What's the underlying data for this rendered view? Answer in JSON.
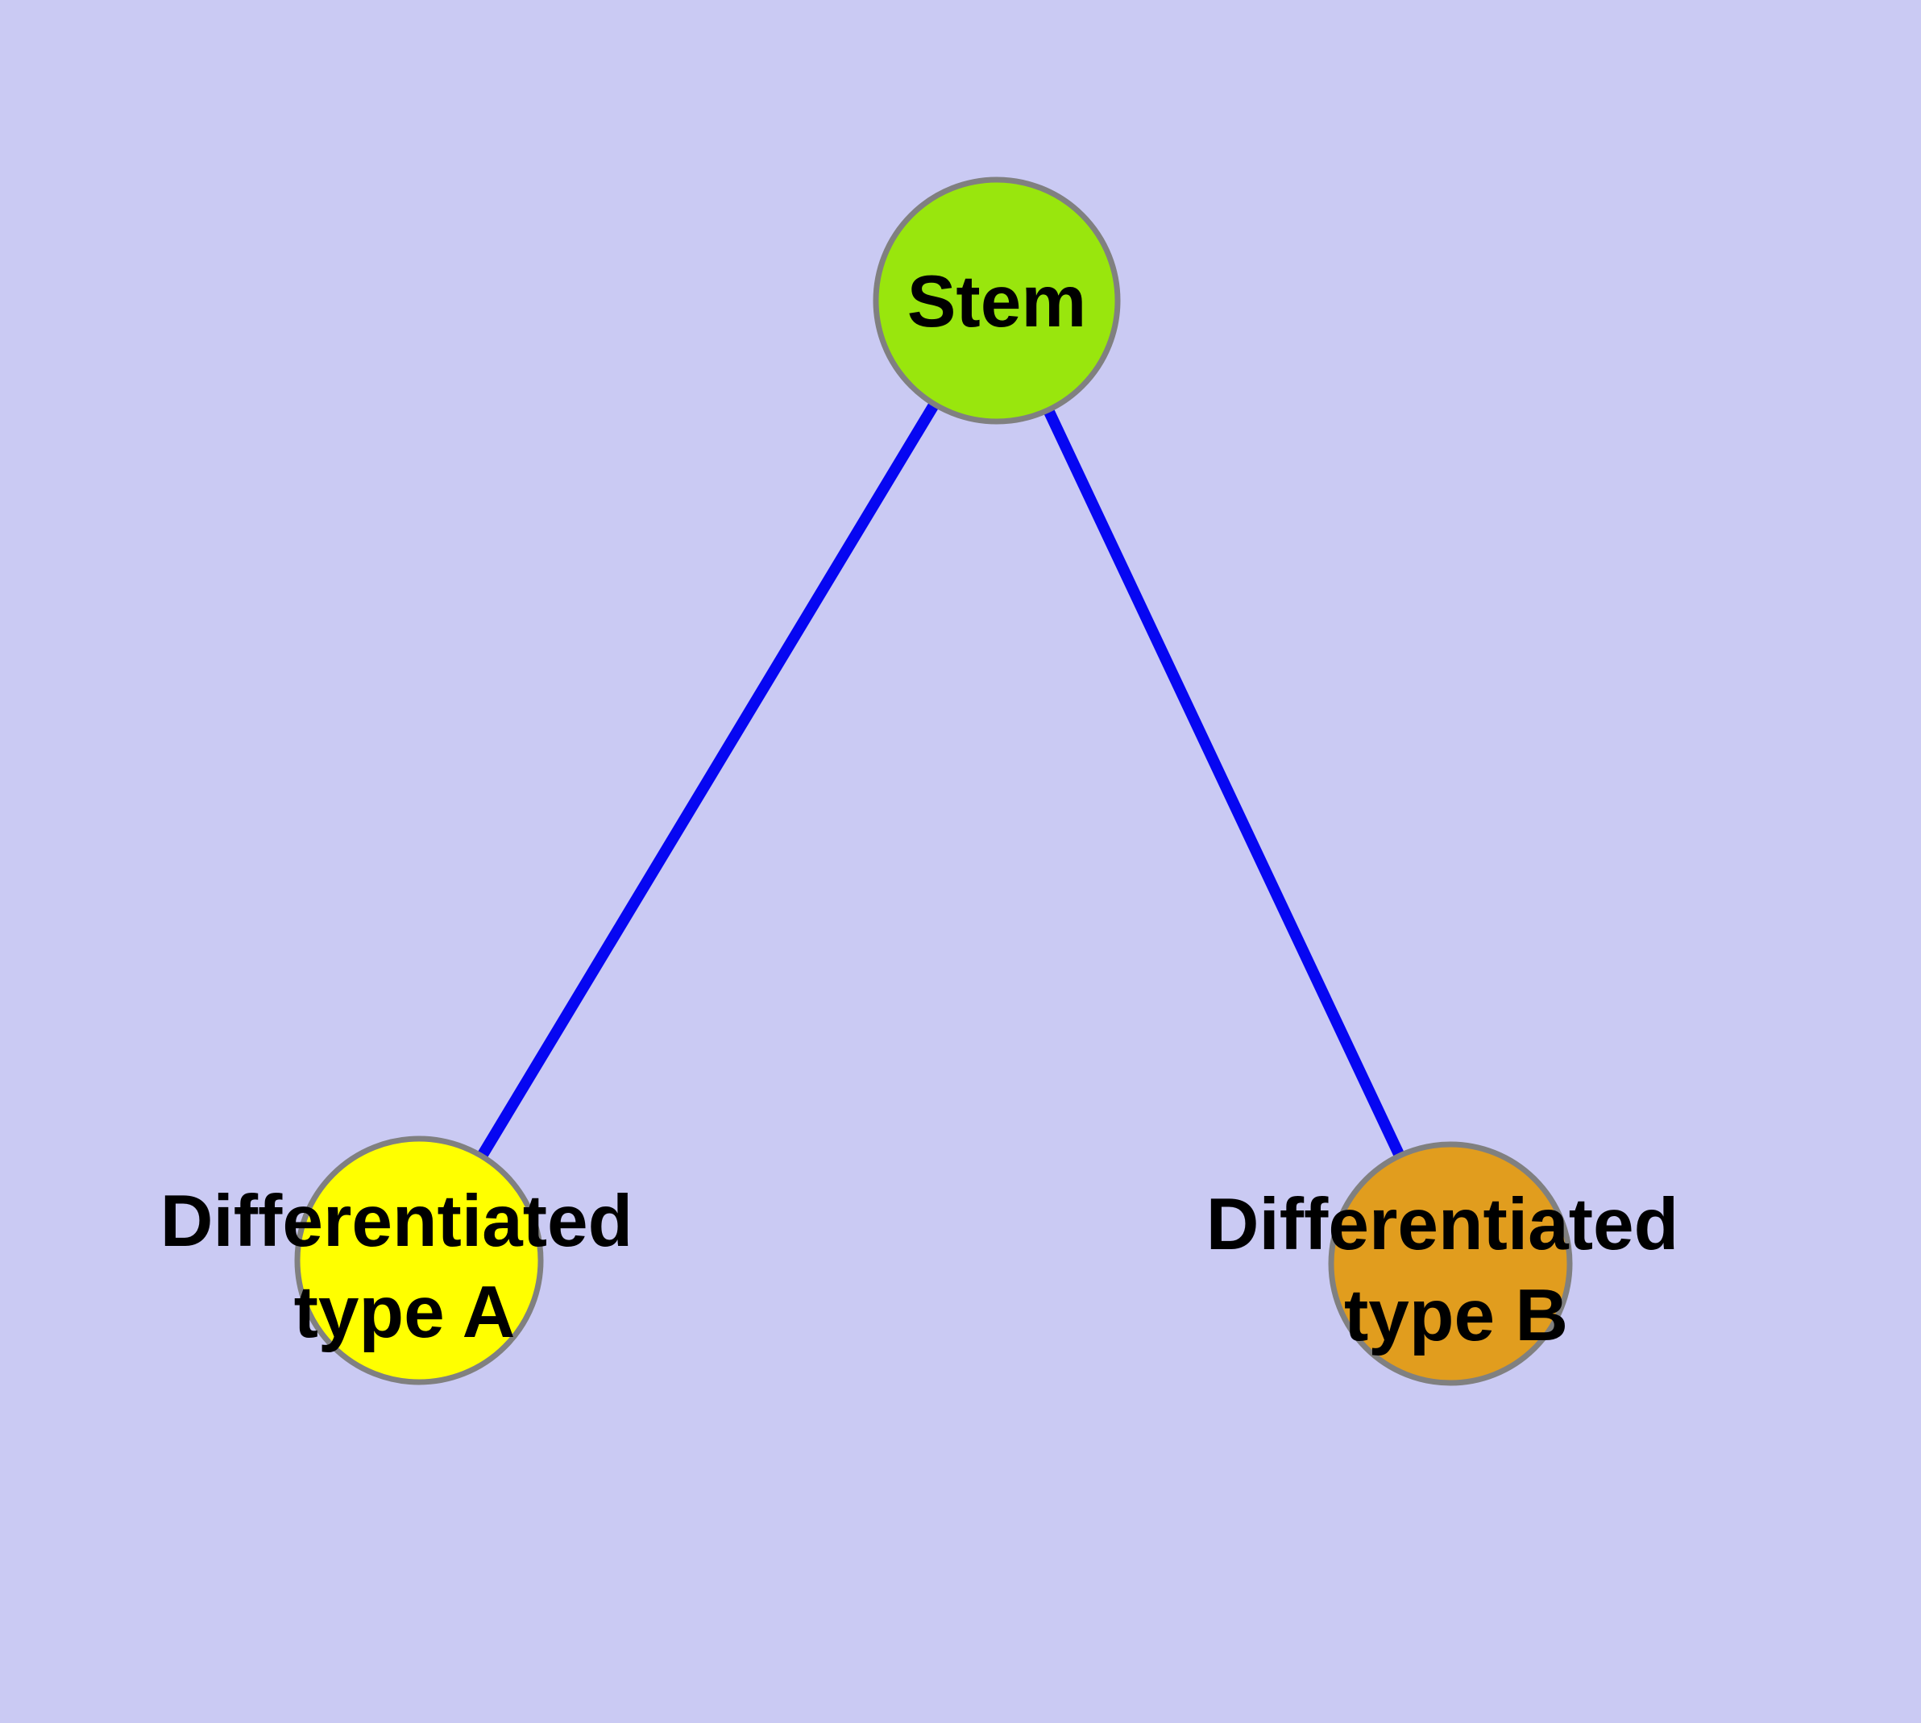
{
  "diagram": {
    "type": "graph",
    "background_color": "#cacaf3",
    "edge": {
      "color": "#0606f2",
      "width": 14
    },
    "node_border": {
      "color": "#808080",
      "width": 7
    },
    "label_color": "#000000",
    "nodes": [
      {
        "id": "stem",
        "label": "Stem",
        "fill": "#99e60d"
      },
      {
        "id": "differentiated-type-a",
        "label_line1": "Differentiated",
        "label_line2": "type A",
        "fill": "#ffff00"
      },
      {
        "id": "differentiated-type-b",
        "label_line1": "Differentiated",
        "label_line2": "type B",
        "fill": "#e19d1e"
      }
    ],
    "edges": [
      {
        "from": "stem",
        "to": "differentiated-type-a"
      },
      {
        "from": "stem",
        "to": "differentiated-type-b"
      }
    ]
  }
}
